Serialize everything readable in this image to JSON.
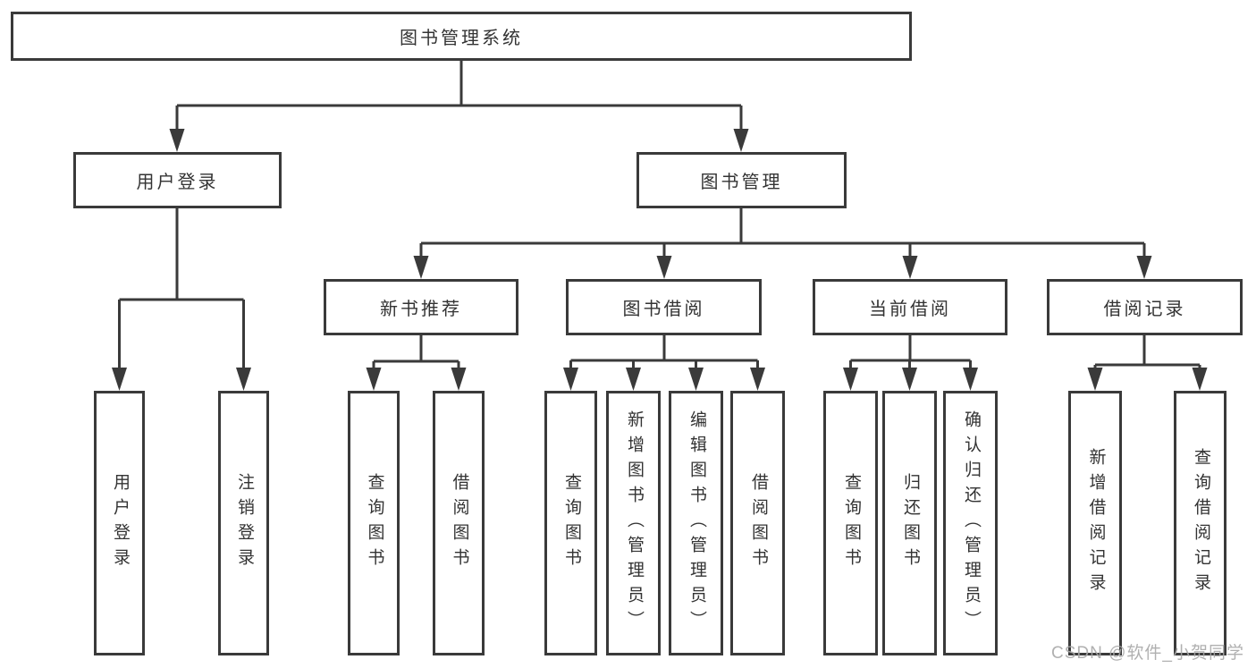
{
  "diagram": {
    "root": "图书管理系统",
    "level2": {
      "user_login": "用户登录",
      "book_mgmt": "图书管理"
    },
    "level3": {
      "new_rec": "新书推荐",
      "borrow": "图书借阅",
      "current": "当前借阅",
      "records": "借阅记录"
    },
    "leaves": {
      "login": "用户登录",
      "logout": "注销登录",
      "rec_query": "查询图书",
      "rec_borrow": "借阅图书",
      "bb_query": "查询图书",
      "bb_add": "新增图书（管理员）",
      "bb_edit": "编辑图书（管理员）",
      "bb_borrow": "借阅图书",
      "cb_query": "查询图书",
      "cb_return": "归还图书",
      "cb_confirm": "确认归还（管理员）",
      "br_add": "新增借阅记录",
      "br_query": "查询借阅记录"
    },
    "hierarchy": {
      "图书管理系统": {
        "用户登录": [
          "用户登录",
          "注销登录"
        ],
        "图书管理": {
          "新书推荐": [
            "查询图书",
            "借阅图书"
          ],
          "图书借阅": [
            "查询图书",
            "新增图书（管理员）",
            "编辑图书（管理员）",
            "借阅图书"
          ],
          "当前借阅": [
            "查询图书",
            "归还图书",
            "确认归还（管理员）"
          ],
          "借阅记录": [
            "新增借阅记录",
            "查询借阅记录"
          ]
        }
      }
    }
  },
  "watermark": "CSDN @软件_小贺同学",
  "colors": {
    "line": "#3a3a3a",
    "box_border": "#3a3a3a",
    "box_background": "#ffffff",
    "text": "#333333",
    "watermark": "#a8a8a8",
    "page_background": "#ffffff"
  }
}
